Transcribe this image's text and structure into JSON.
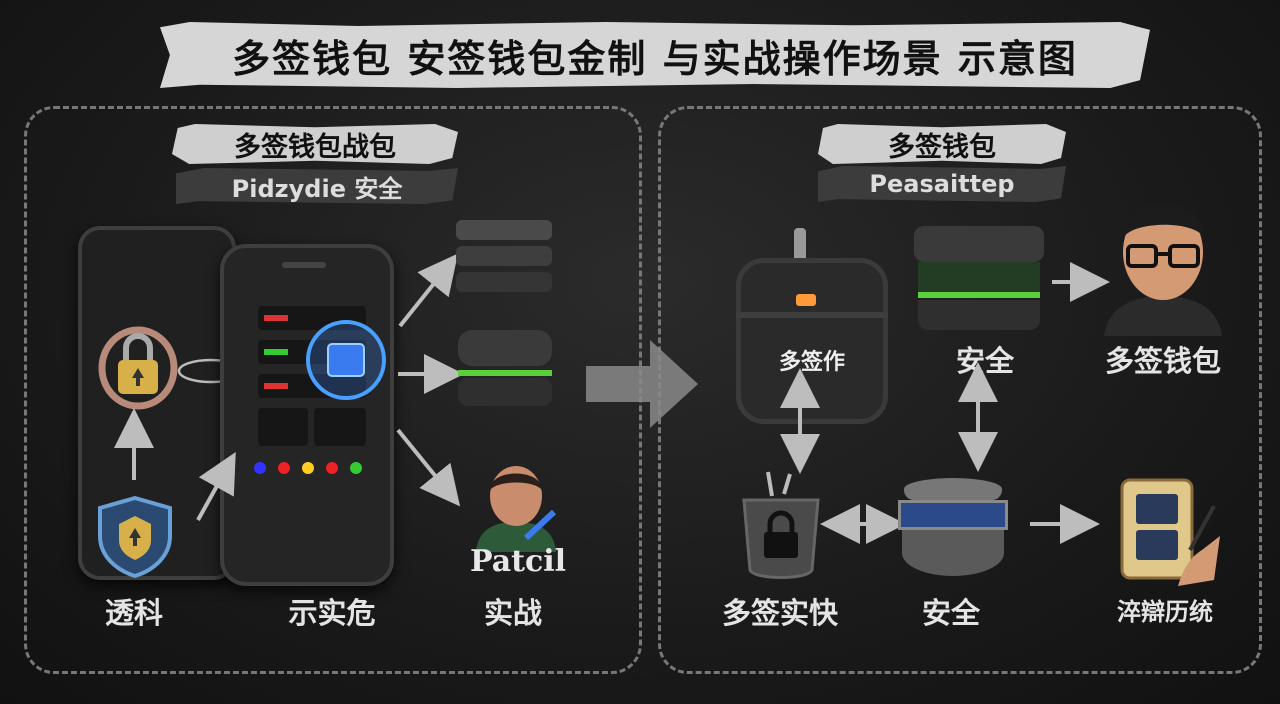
{
  "title": "多签钱包 安签钱包金制 与实战操作场景 示意图",
  "left_panel": {
    "heading": "多签钱包战包",
    "subheading": "Pidzydie 安全",
    "badge_text": "Patcil",
    "captions": [
      "透科",
      "示实危",
      "实战"
    ]
  },
  "right_panel": {
    "heading": "多签钱包",
    "subheading": "Peasaittep",
    "vault_label": "多签作",
    "captions": {
      "server": "安全",
      "avatar": "多签钱包",
      "lock": "多签实快",
      "device": "安全",
      "tablet": "淬辯历统"
    }
  },
  "icons": [
    "padlock-icon",
    "shield-icon",
    "server-stack-icon",
    "hardware-module-icon",
    "person-icon",
    "vault-icon",
    "avatar-icon",
    "lock-pot-icon",
    "security-device-icon",
    "tablet-icon"
  ]
}
